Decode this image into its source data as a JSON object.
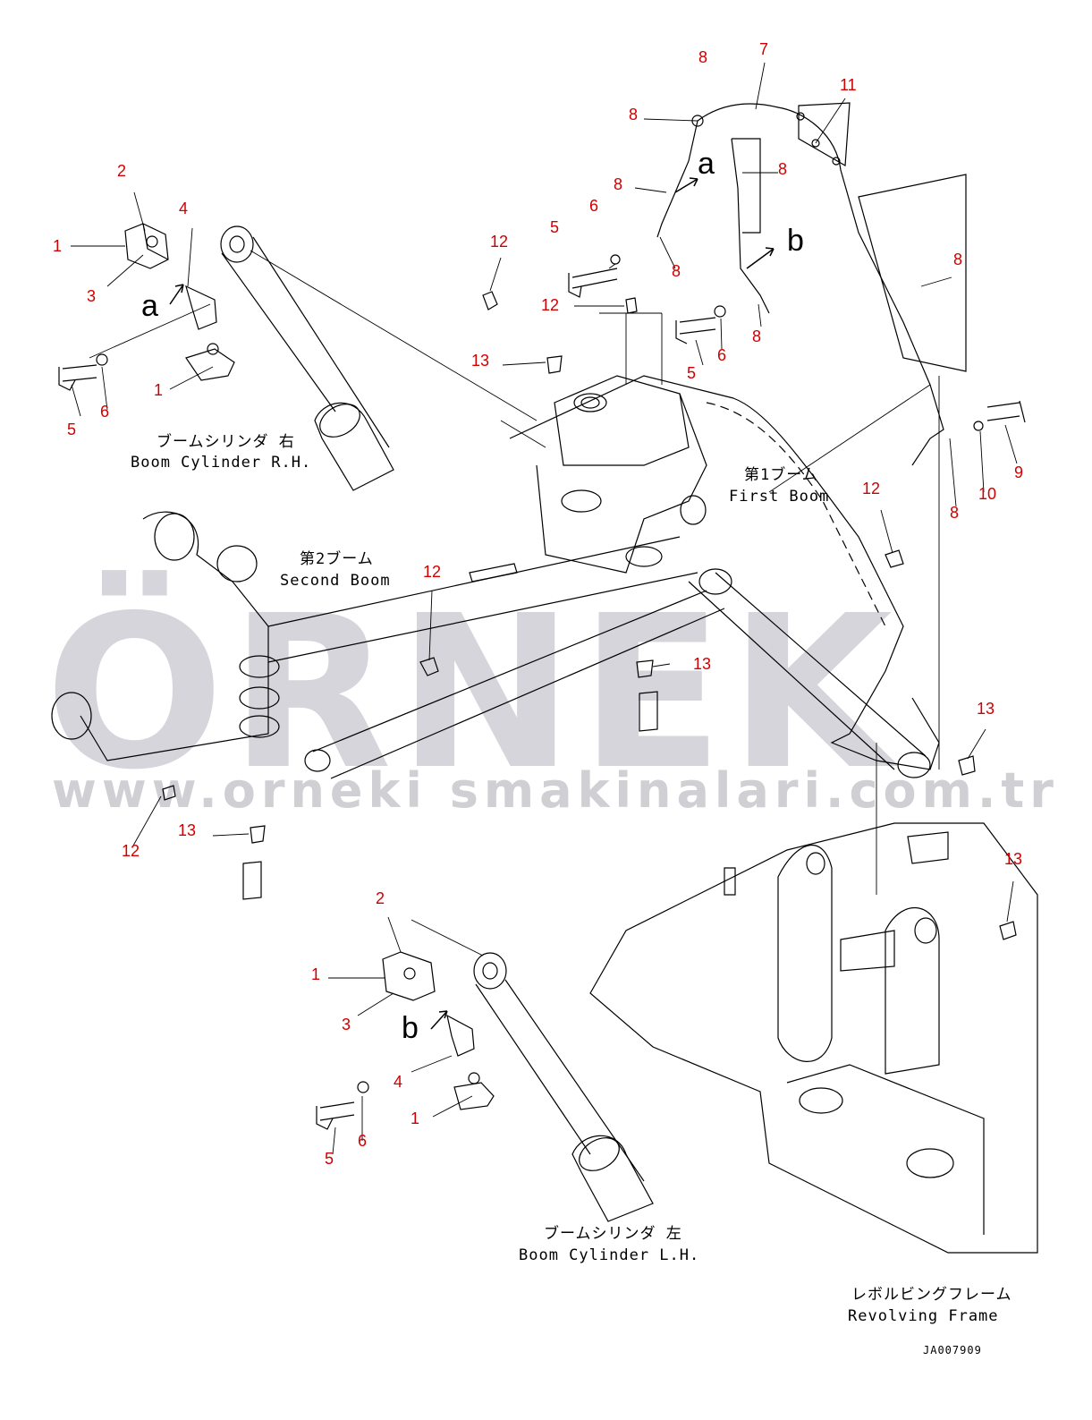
{
  "watermark": {
    "brand": "ÖRNEK",
    "url": "www.orneki smakinalari.com.tr"
  },
  "captions": {
    "boom_cyl_rh_jp": "ブームシリンダ 右",
    "boom_cyl_rh_en": "Boom Cylinder R.H.",
    "first_boom_jp": "第1ブーム",
    "first_boom_en": "First Boom",
    "second_boom_jp": "第2ブーム",
    "second_boom_en": "Second Boom",
    "boom_cyl_lh_jp": "ブームシリンダ 左",
    "boom_cyl_lh_en": "Boom Cylinder L.H.",
    "revolving_jp": "レボルビングフレーム",
    "revolving_en": "Revolving Frame"
  },
  "drawing_code": "JA007909",
  "callouts": {
    "c1a": "1",
    "c2a": "2",
    "c3a": "3",
    "c4a": "4",
    "c1b": "1",
    "c5a": "5",
    "c6a": "6",
    "c8a": "8",
    "c7": "7",
    "c11": "11",
    "c8b": "8",
    "c8c": "8",
    "c8d": "8",
    "c6b": "6",
    "c5b": "5",
    "c8e": "8",
    "c12a": "12",
    "c12b": "12",
    "c13a": "13",
    "c6c": "6",
    "c5c": "5",
    "c8f": "8",
    "c8g": "8",
    "c9": "9",
    "c10": "10",
    "c8h": "8",
    "c12c": "12",
    "c12d": "12",
    "c13b": "13",
    "c13c": "13",
    "c12e": "12",
    "c13d": "13",
    "c13e": "13",
    "c2b": "2",
    "c1c": "1",
    "c3b": "3",
    "c4b": "4",
    "c1d": "1",
    "c5d": "5",
    "c6d": "6"
  },
  "letters": {
    "la1": "a",
    "la2": "a",
    "lb1": "b",
    "lb2": "b"
  }
}
